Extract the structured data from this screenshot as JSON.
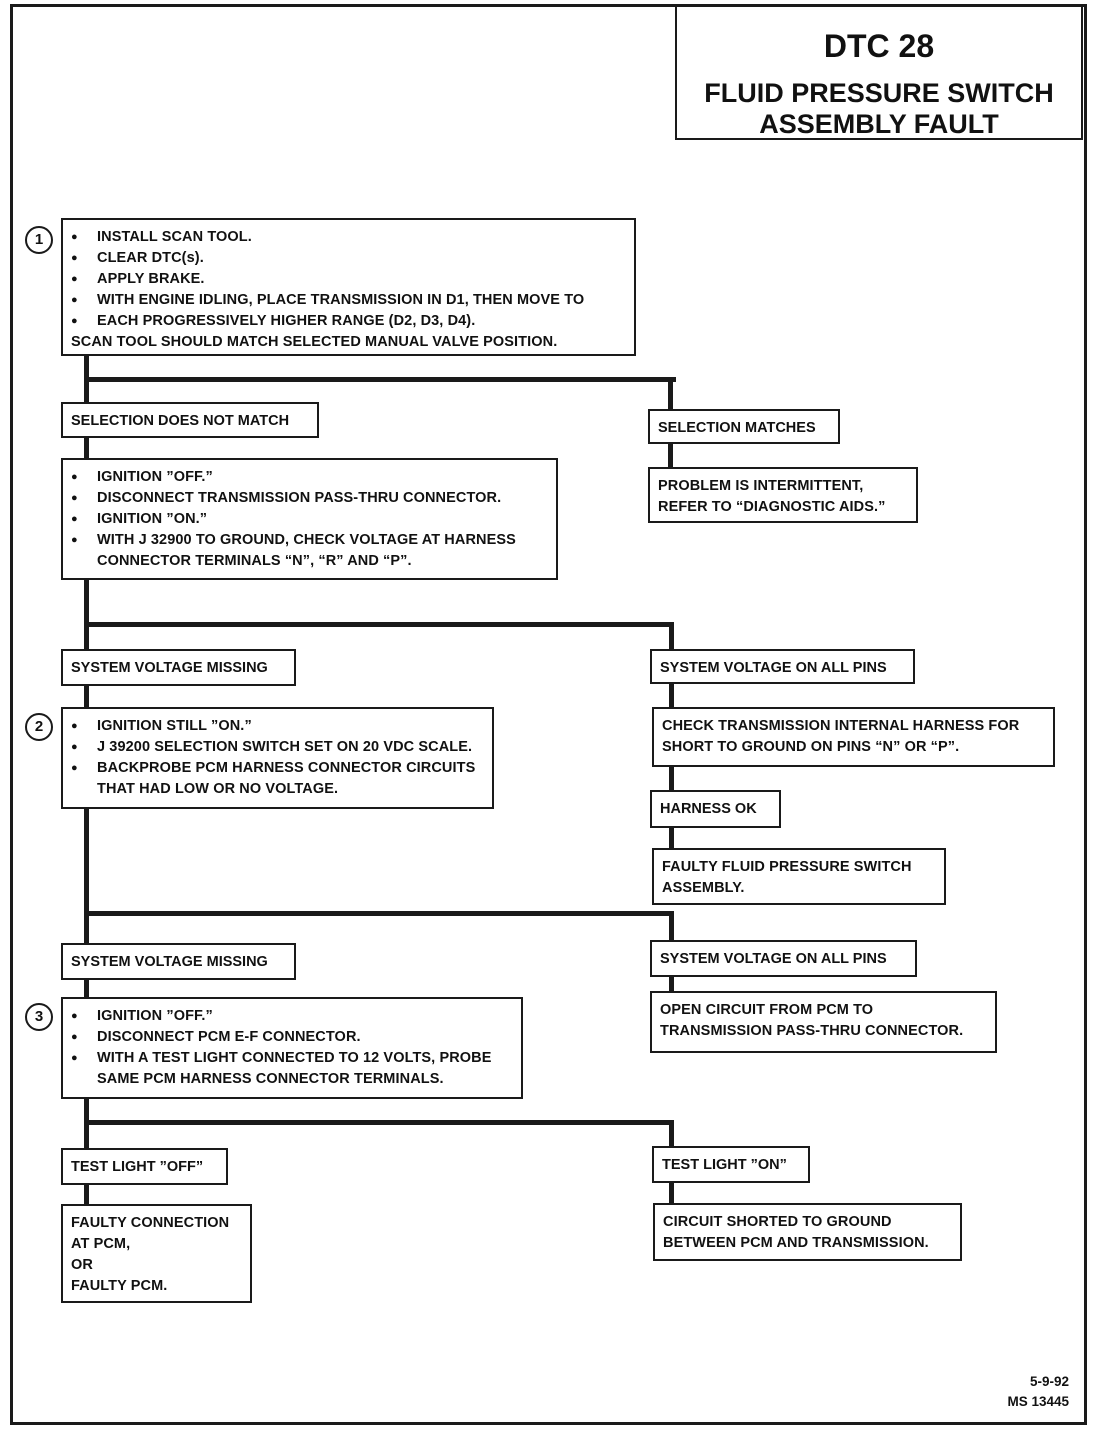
{
  "title": {
    "code": "DTC 28",
    "subtitle_line1": "FLUID PRESSURE SWITCH",
    "subtitle_line2": "ASSEMBLY FAULT"
  },
  "steps": [
    "1",
    "2",
    "3"
  ],
  "box1": {
    "items": [
      "INSTALL SCAN TOOL.",
      "CLEAR DTC(s).",
      "APPLY BRAKE.",
      "WITH ENGINE IDLING, PLACE TRANSMISSION IN D1, THEN MOVE TO",
      "EACH PROGRESSIVELY HIGHER RANGE (D2, D3, D4).",
      "SCAN TOOL SHOULD MATCH SELECTED MANUAL VALVE POSITION."
    ]
  },
  "labels": {
    "selection_not_match": "SELECTION DOES NOT MATCH",
    "selection_matches": "SELECTION MATCHES",
    "sys_missing_1": "SYSTEM VOLTAGE MISSING",
    "sys_all_pins_1": "SYSTEM VOLTAGE ON ALL PINS",
    "harness_ok": "HARNESS OK",
    "sys_missing_2": "SYSTEM VOLTAGE MISSING",
    "sys_all_pins_2": "SYSTEM VOLTAGE ON ALL PINS",
    "test_light_off": "TEST LIGHT ”OFF”",
    "test_light_on": "TEST LIGHT ”ON”"
  },
  "box_intermittent": {
    "line1": "PROBLEM IS INTERMITTENT,",
    "line2": "REFER TO “DIAGNOSTIC AIDS.”"
  },
  "box2": {
    "items": [
      "IGNITION ”OFF.”",
      "DISCONNECT TRANSMISSION PASS-THRU CONNECTOR.",
      "IGNITION ”ON.”",
      "WITH J 32900 TO GROUND, CHECK VOLTAGE AT HARNESS",
      "CONNECTOR TERMINALS “N”, “R” AND “P”."
    ]
  },
  "box3": {
    "items": [
      "IGNITION STILL ”ON.”",
      "J 39200 SELECTION SWITCH SET ON 20 VDC SCALE.",
      "BACKPROBE PCM HARNESS CONNECTOR CIRCUITS",
      "THAT HAD LOW OR NO VOLTAGE."
    ]
  },
  "box_check_harness": {
    "line1": "CHECK TRANSMISSION INTERNAL HARNESS FOR",
    "line2": "SHORT TO GROUND ON PINS “N” OR “P”."
  },
  "box_faulty_switch": {
    "line1": "FAULTY FLUID PRESSURE SWITCH",
    "line2": "ASSEMBLY."
  },
  "box4": {
    "items": [
      "IGNITION ”OFF.”",
      "DISCONNECT PCM E-F CONNECTOR.",
      "WITH A TEST LIGHT CONNECTED TO 12 VOLTS, PROBE",
      "SAME PCM HARNESS CONNECTOR TERMINALS."
    ]
  },
  "box_open_circuit": {
    "line1": "OPEN CIRCUIT FROM PCM TO",
    "line2": "TRANSMISSION PASS-THRU CONNECTOR."
  },
  "box_faulty_connection": {
    "line1": "FAULTY CONNECTION",
    "line2": "AT PCM,",
    "line3": "OR",
    "line4": "FAULTY PCM."
  },
  "box_shorted": {
    "line1": "CIRCUIT SHORTED TO GROUND",
    "line2": "BETWEEN PCM AND TRANSMISSION."
  },
  "footer": {
    "date": "5-9-92",
    "code": "MS 13445"
  }
}
